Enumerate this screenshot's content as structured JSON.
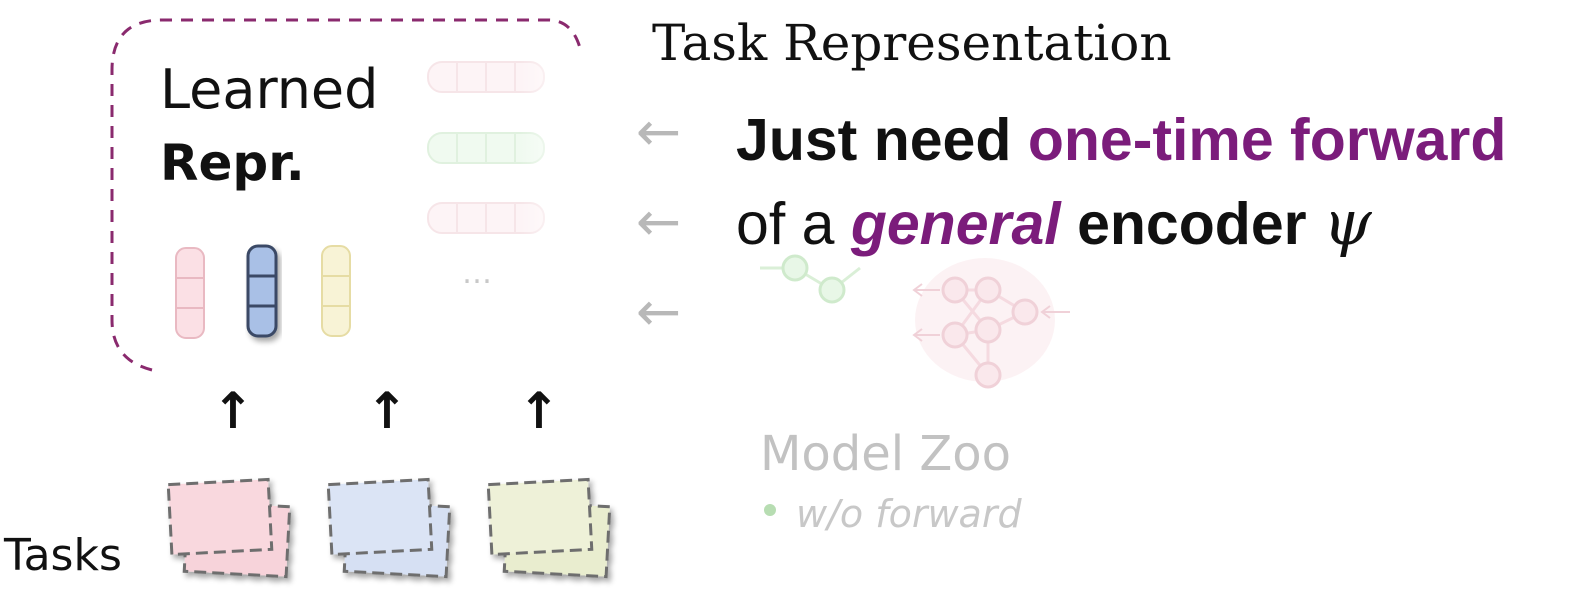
{
  "learned_repr": {
    "line1": "Learned",
    "line2": "Repr.",
    "more": "…"
  },
  "tasks": {
    "label": "Tasks",
    "up_arrow": "↑"
  },
  "task_representation": {
    "title": "Task Representation",
    "line1_a": "Just need ",
    "line1_b": "one-time forward",
    "line2_a": "of a ",
    "line2_b": "general",
    "line2_c": " encoder ",
    "line2_psi": "ψ"
  },
  "model_zoo": {
    "label": "Model Zoo",
    "note": "w/o forward",
    "left_arrow": "←"
  },
  "colors": {
    "purple": "#7b1c7b",
    "pink": "#f7d3da",
    "blue": "#9fb8e0",
    "yellow": "#f3efc9",
    "green": "#d7f2d5",
    "dashed_border": "#8a2a6e"
  }
}
